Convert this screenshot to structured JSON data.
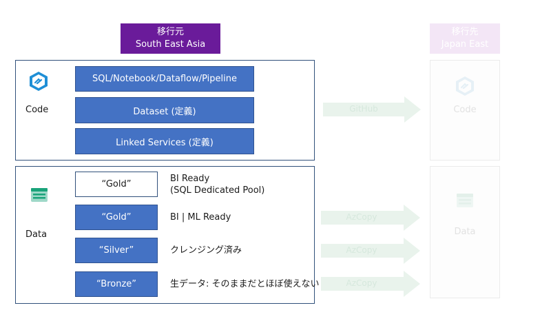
{
  "source": {
    "title": "移行元",
    "subtitle": "South East Asia"
  },
  "target": {
    "title": "移行先",
    "subtitle": "Japan East"
  },
  "code_group": {
    "label": "Code",
    "items": [
      "SQL/Notebook/Dataflow/Pipeline",
      "Dataset (定義)",
      "Linked Services (定義)"
    ]
  },
  "data_group": {
    "label": "Data",
    "tiers": [
      {
        "name": "“Gold”",
        "desc_line1": "BI Ready",
        "desc_line2": "(SQL Dedicated Pool)"
      },
      {
        "name": "“Gold”",
        "desc_line1": "BI | ML Ready",
        "desc_line2": ""
      },
      {
        "name": "“Silver”",
        "desc_line1": "クレンジング済み",
        "desc_line2": ""
      },
      {
        "name": "“Bronze”",
        "desc_line1": "生データ: そのままだとほぼ使えない",
        "desc_line2": ""
      }
    ]
  },
  "arrows": {
    "github": "GitHub",
    "azcopy": "AzCopy"
  },
  "target_labels": {
    "code": "Code",
    "data": "Data"
  },
  "icons": {
    "code": "synapse-workspace-icon",
    "data": "storage-account-icon"
  },
  "colors": {
    "accent_purple": "#6a1b9a",
    "box_blue": "#4472c4",
    "arrow_green": "#e9f3ec"
  }
}
